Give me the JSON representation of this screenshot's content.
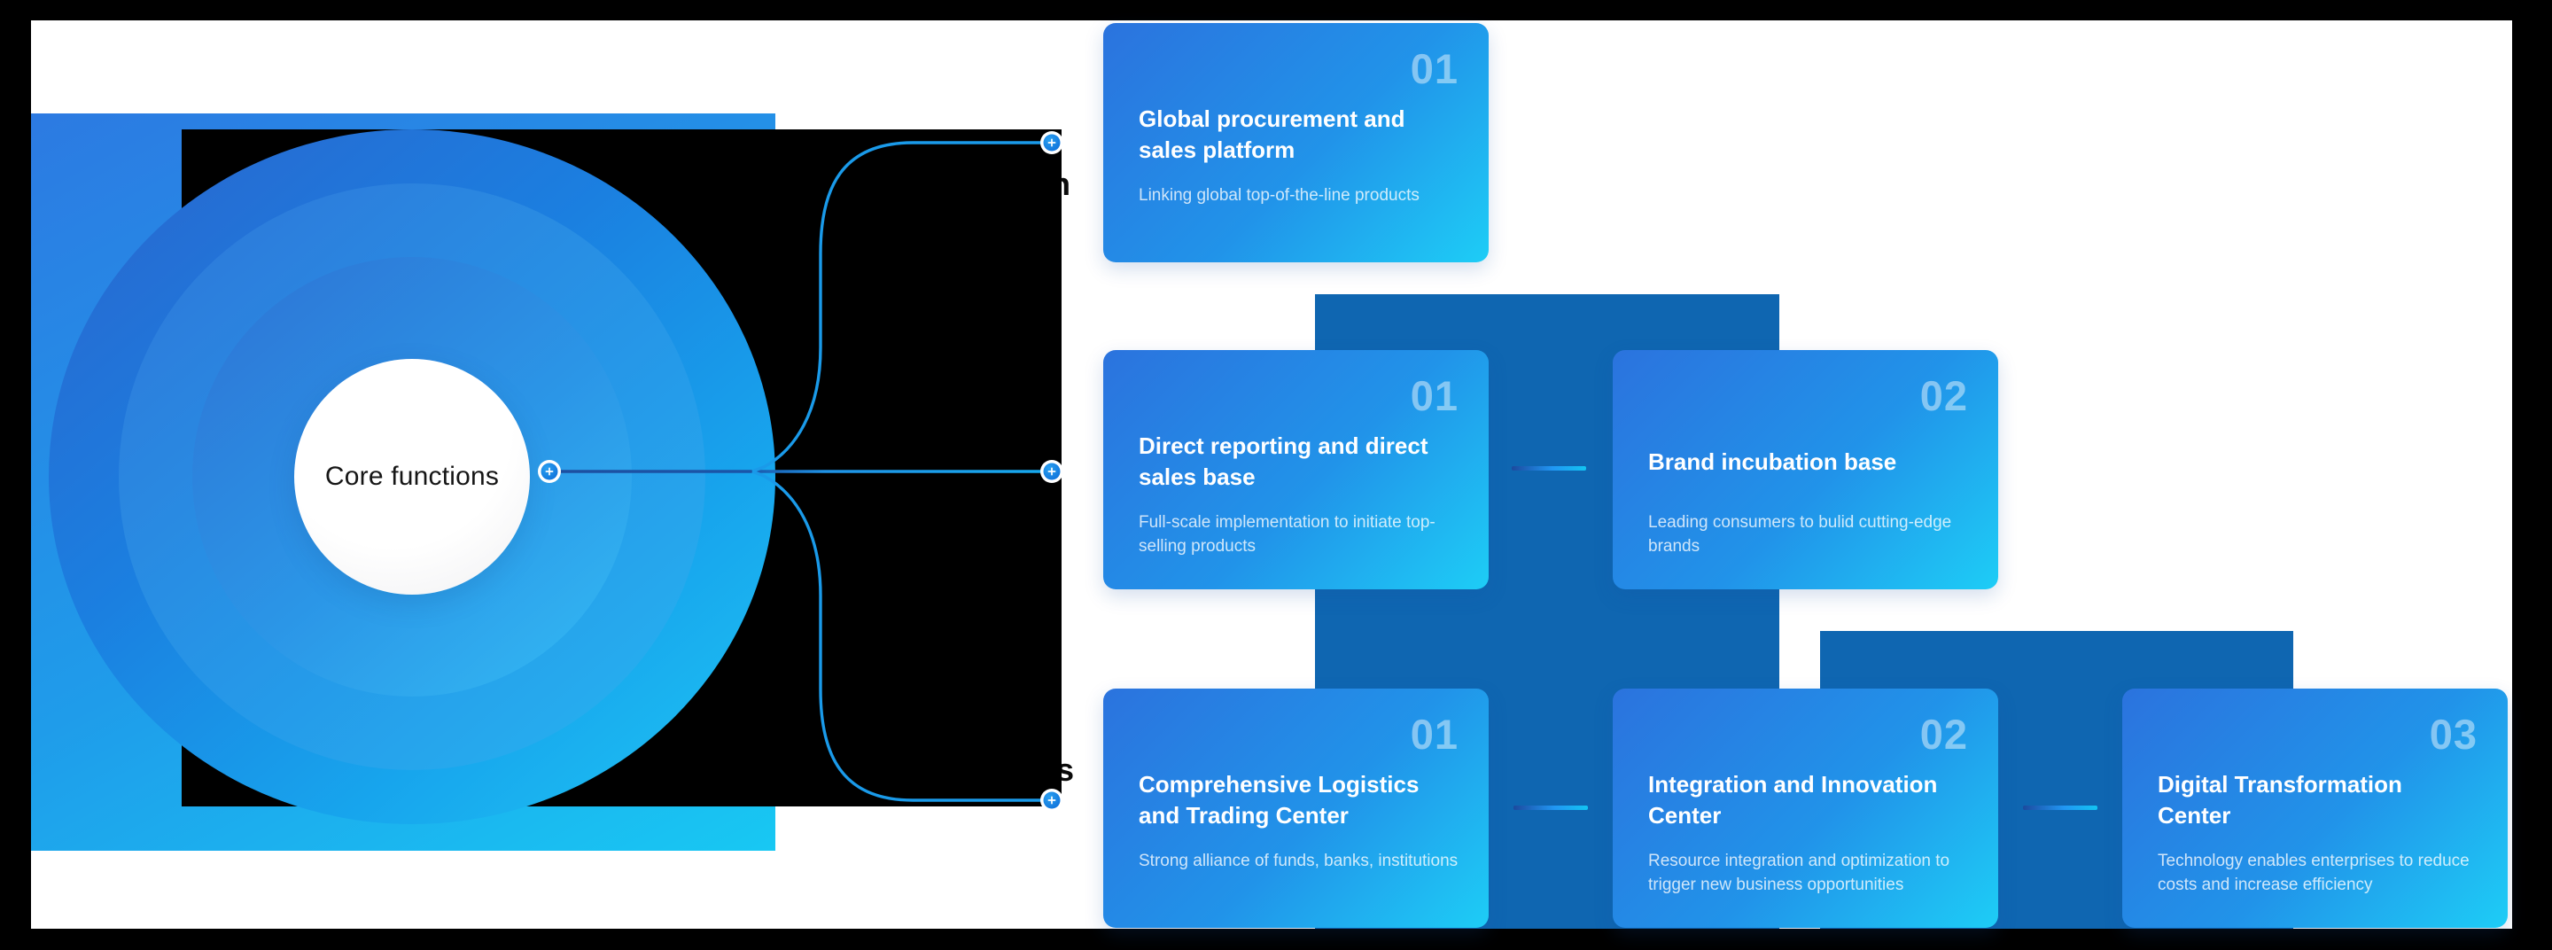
{
  "hub": {
    "label": "Core functions"
  },
  "clipped_labels": {
    "top_fragment": "n",
    "bottom_fragment": "s"
  },
  "cards": [
    {
      "number": "01",
      "title": "Global procurement and sales platform",
      "subtitle": "Linking global top-of-the-line products"
    },
    {
      "number": "01",
      "title": "Direct reporting and direct sales base",
      "subtitle": "Full-scale implementation to initiate top-selling products"
    },
    {
      "number": "02",
      "title": "Brand incubation base",
      "subtitle": "Leading consumers to bulid cutting-edge brands"
    },
    {
      "number": "01",
      "title": "Comprehensive Logistics and Trading Center",
      "subtitle": "Strong alliance of funds, banks, institutions"
    },
    {
      "number": "02",
      "title": "Integration and Innovation Center",
      "subtitle": "Resource integration and optimization to trigger new business opportunities"
    },
    {
      "number": "03",
      "title": "Digital Transformation Center",
      "subtitle": "Technology enables enterprises to reduce costs and increase efficiency"
    }
  ],
  "colors": {
    "page_bg": "#000000",
    "surface_bg": "#ffffff",
    "card_gradient_start": "#2b73de",
    "card_gradient_end": "#1ecdf6",
    "panel_blue": "#0f66b1",
    "connector_line": "#1a9ae9",
    "connector_line_dark": "#1d4fa0",
    "node_fill": "#0d7ce5",
    "number_tint": "rgba(255,255,255,0.45)"
  }
}
